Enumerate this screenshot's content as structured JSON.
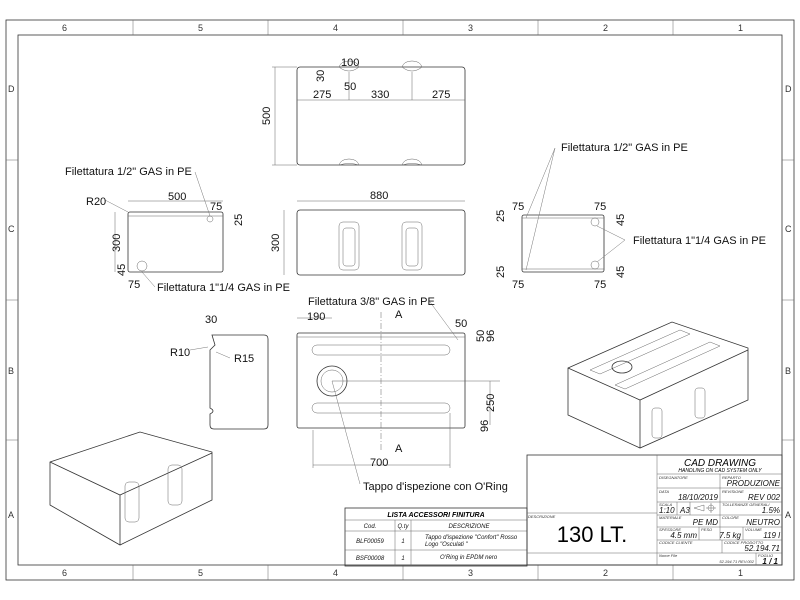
{
  "frame": {
    "columns": [
      "6",
      "5",
      "4",
      "3",
      "2",
      "1"
    ],
    "rows": [
      "D",
      "C",
      "B",
      "A"
    ]
  },
  "top_view": {
    "d100": "100",
    "d30": "30",
    "d50": "50",
    "d275a": "275",
    "d330": "330",
    "d275b": "275",
    "d500": "500"
  },
  "left_view": {
    "note_top": "Filettatura 1/2\" GAS in PE",
    "r20": "R20",
    "d500": "500",
    "d75a": "75",
    "d25": "25",
    "d300": "300",
    "d45": "45",
    "d75b": "75",
    "note_bottom": "Filettatura 1\"1/4 GAS in PE"
  },
  "front_view": {
    "d880": "880",
    "d300": "300"
  },
  "right_view": {
    "note_top": "Filettatura 1/2\" GAS in PE",
    "note_side": "Filettatura 1\"1/4 GAS in PE",
    "d75a": "75",
    "d75b": "75",
    "d25a": "25",
    "d45a": "45",
    "d25b": "25",
    "d45b": "45",
    "d75c": "75",
    "d75d": "75"
  },
  "profile": {
    "d30": "30",
    "r10": "R10",
    "r15": "R15"
  },
  "plan_view": {
    "note_top": "Filettatura 3/8\" GAS in PE",
    "d190": "190",
    "secA1": "A",
    "secA2": "A",
    "d50a": "50",
    "d50b": "50",
    "d96a": "96",
    "d250": "250",
    "d96b": "96",
    "d700": "700",
    "note_cap": "Tappo d'ispezione con O'Ring"
  },
  "accessories": {
    "title": "LISTA ACCESSORI FINITURA",
    "headers": [
      "Cod.",
      "Q.ty",
      "DESCRIZIONE"
    ],
    "rows": [
      {
        "cod": "BLF00059",
        "qty": "1",
        "desc1": "Tappo d'ispezione \"Confort\" Rosso",
        "desc2": "Logo \"Osculati \""
      },
      {
        "cod": "BSF00008",
        "qty": "1",
        "desc1": "O'Ring in EPDM nero",
        "desc2": ""
      }
    ]
  },
  "title_block": {
    "title": "CAD  DRAWING",
    "subtitle": "HANDLING  ON  CAD SYSTEM  ONLY",
    "descrizione_label": "DESCRIZIONE",
    "descrizione": "130 LT.",
    "disegnatore_label": "DISEGNATORE",
    "reparto_label": "REPARTO",
    "reparto": "PRODUZIONE",
    "data_label": "DATA",
    "data": "18/10/2019",
    "revisione_label": "REVISIONE",
    "revisione": "REV 002",
    "scala_label": "SCALA",
    "scala": "1:10",
    "formato": "A3",
    "tolleranze_label": "TOLLERANZE GENERALI",
    "tolleranze": "1.5%",
    "materiale_label": "MATERIALE",
    "materiale": "PE MD",
    "colore_label": "COLORE",
    "colore": "NEUTRO",
    "spessore_label": "SPESSORE",
    "spessore": "4.5 mm",
    "peso_label": "PESO",
    "peso": "7.5 kg",
    "volume_label": "VOLUME",
    "volume": "119 l",
    "codice_cliente_label": "CODICE CLIENTE",
    "codice_prodotto_label": "CODICE PRODOTTO",
    "codice_prodotto": "52.194.71",
    "nome_file_label": "Nome File",
    "nome_file": "52.194.71 REV.002",
    "foglio_label": "FOGLIO",
    "foglio": "1 / 1"
  }
}
